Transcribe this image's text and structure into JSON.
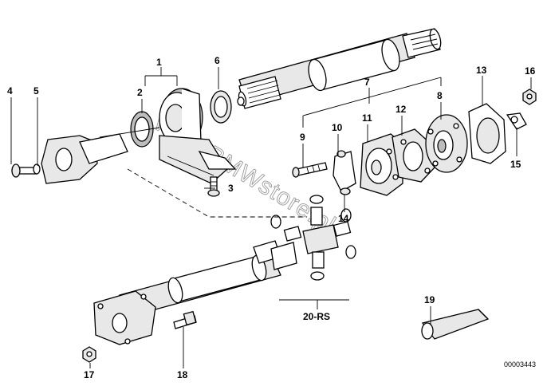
{
  "diagram": {
    "callouts": {
      "c1": "1",
      "c2": "2",
      "c3": "3",
      "c4": "4",
      "c5": "5",
      "c6": "6",
      "c7": "7",
      "c8": "8",
      "c9": "9",
      "c10": "10",
      "c11": "11",
      "c12": "12",
      "c13": "13",
      "c14": "14",
      "c15": "15",
      "c16": "16",
      "c17": "17",
      "c18": "18",
      "c19": "19",
      "c20": "20-RS"
    },
    "watermark": "www.BMWstore.pl",
    "reference_code": "00003443"
  },
  "colors": {
    "line": "#000000",
    "background": "#ffffff",
    "watermark": "#9a9a9a"
  }
}
